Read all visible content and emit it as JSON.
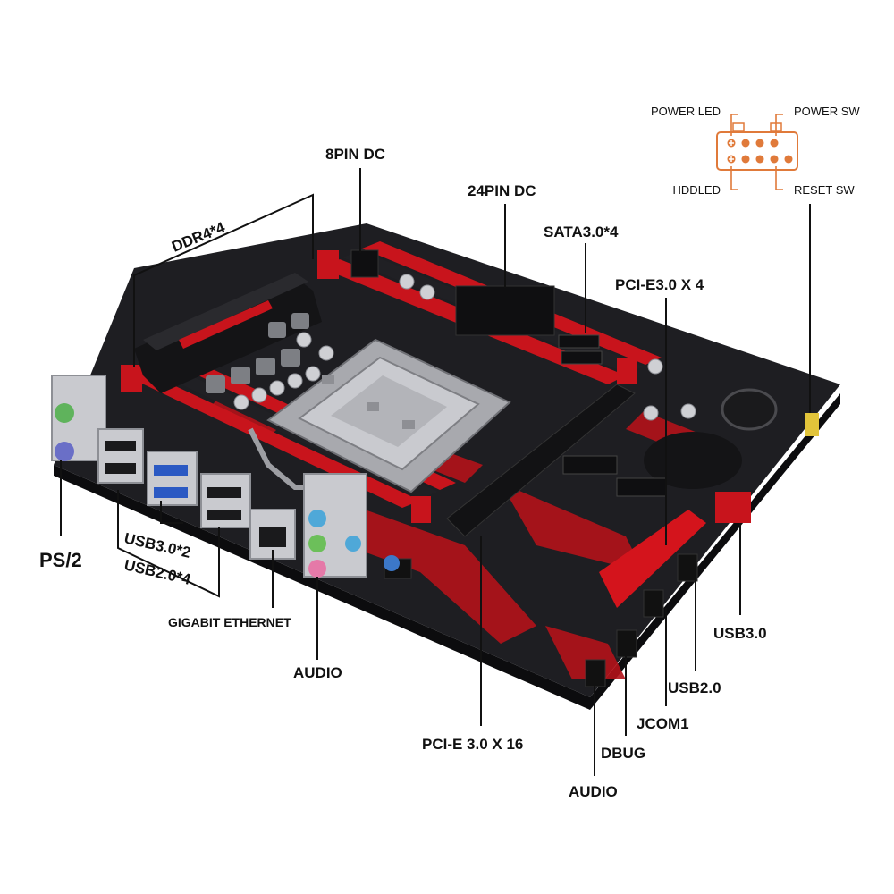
{
  "labels": {
    "ddr4": "DDR4*4",
    "pin8": "8PIN DC",
    "pin24": "24PIN DC",
    "sata": "SATA3.0*4",
    "pcie4": "PCI-E3.0 X 4",
    "ps2": "PS/2",
    "usb30x2": "USB3.0*2",
    "usb20x4": "USB2.0*4",
    "ethernet": "GIGABIT ETHERNET",
    "audio_rear": "AUDIO",
    "pcie16": "PCI-E 3.0 X 16",
    "audio_front": "AUDIO",
    "dbug": "DBUG",
    "jcom1": "JCOM1",
    "usb20": "USB2.0",
    "usb30": "USB3.0"
  },
  "front_panel": {
    "power_led": "POWER LED",
    "power_sw": "POWER SW",
    "hddled": "HDDLED",
    "reset_sw": "RESET SW"
  },
  "colors": {
    "board": "#1e1e22",
    "red": "#c8141c",
    "accent": "#e07a3a",
    "silver": "#b9b9be"
  }
}
